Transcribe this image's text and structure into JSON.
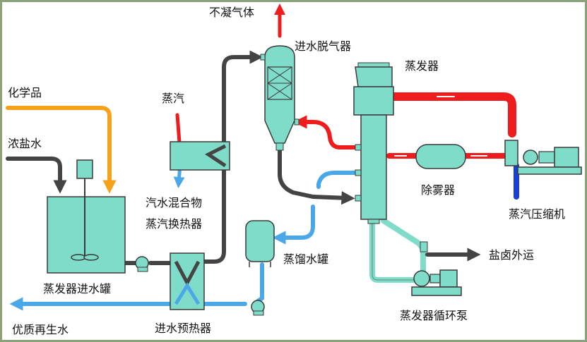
{
  "labels": {
    "noncondensable_gas": "不凝气体",
    "deaerator": "进水脱气器",
    "evaporator": "蒸发器",
    "chemicals": "化学品",
    "steam": "蒸汽",
    "brine": "浓盐水",
    "steam_water_mix": "汽水混合物",
    "steam_heat_exchanger": "蒸汽换热器",
    "mist_eliminator": "除雾器",
    "steam_compressor": "蒸汽压缩机",
    "distillate_tank": "蒸馏水罐",
    "feed_tank": "蒸发器进水罐",
    "brine_out": "盐卤外运",
    "recycled_water": "优质再生水",
    "feed_preheater": "进水预热器",
    "circulation_pump": "蒸发器循环泵"
  },
  "colors": {
    "equipment": "#7fdcc8",
    "outline": "#3a3a3a",
    "steam": "#ee1c1c",
    "water": "#4aa8e8",
    "chemical": "#f5a21a",
    "brine": "#444444",
    "compressor_blue": "#1a3fd6",
    "frame": "#8aa27a"
  }
}
